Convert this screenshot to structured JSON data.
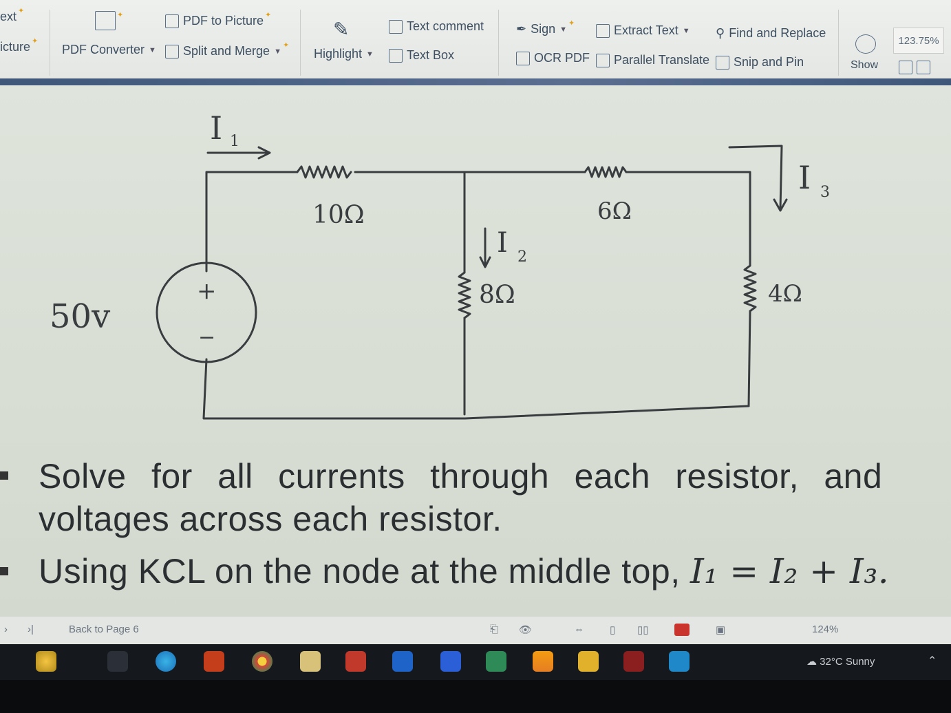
{
  "toolbar": {
    "col0": {
      "top": "ext",
      "bottom": "icture"
    },
    "pdf_converter": "PDF Converter",
    "pdf_to_picture": "PDF to Picture",
    "split_merge": "Split and Merge",
    "highlight": "Highlight",
    "text_comment": "Text comment",
    "text_box": "Text Box",
    "sign": "Sign",
    "ocr_pdf": "OCR PDF",
    "extract_text": "Extract Text",
    "parallel_translate": "Parallel Translate",
    "find_replace": "Find and Replace",
    "snip_pin": "Snip and Pin",
    "show": "Show",
    "zoom": "123.75%"
  },
  "circuit": {
    "source": "50v",
    "plus": "+",
    "minus": "−",
    "r1": "10Ω",
    "r2": "8Ω",
    "r3": "6Ω",
    "r4": "4Ω",
    "i1": "I",
    "i1_sub": "1",
    "i2": "I",
    "i2_sub": "2",
    "i3": "I",
    "i3_sub": "3"
  },
  "content": {
    "line1": "Solve for all currents through each resistor, and",
    "line2": "voltages across each resistor.",
    "line3_text": "Using KCL on the node at the middle top, ",
    "line3_eq": "I₁ = I₂ + I₃."
  },
  "statusbar": {
    "back": "Back to Page 6",
    "zoom": "124%"
  },
  "taskbar": {
    "weather": "32°C  Sunny"
  }
}
